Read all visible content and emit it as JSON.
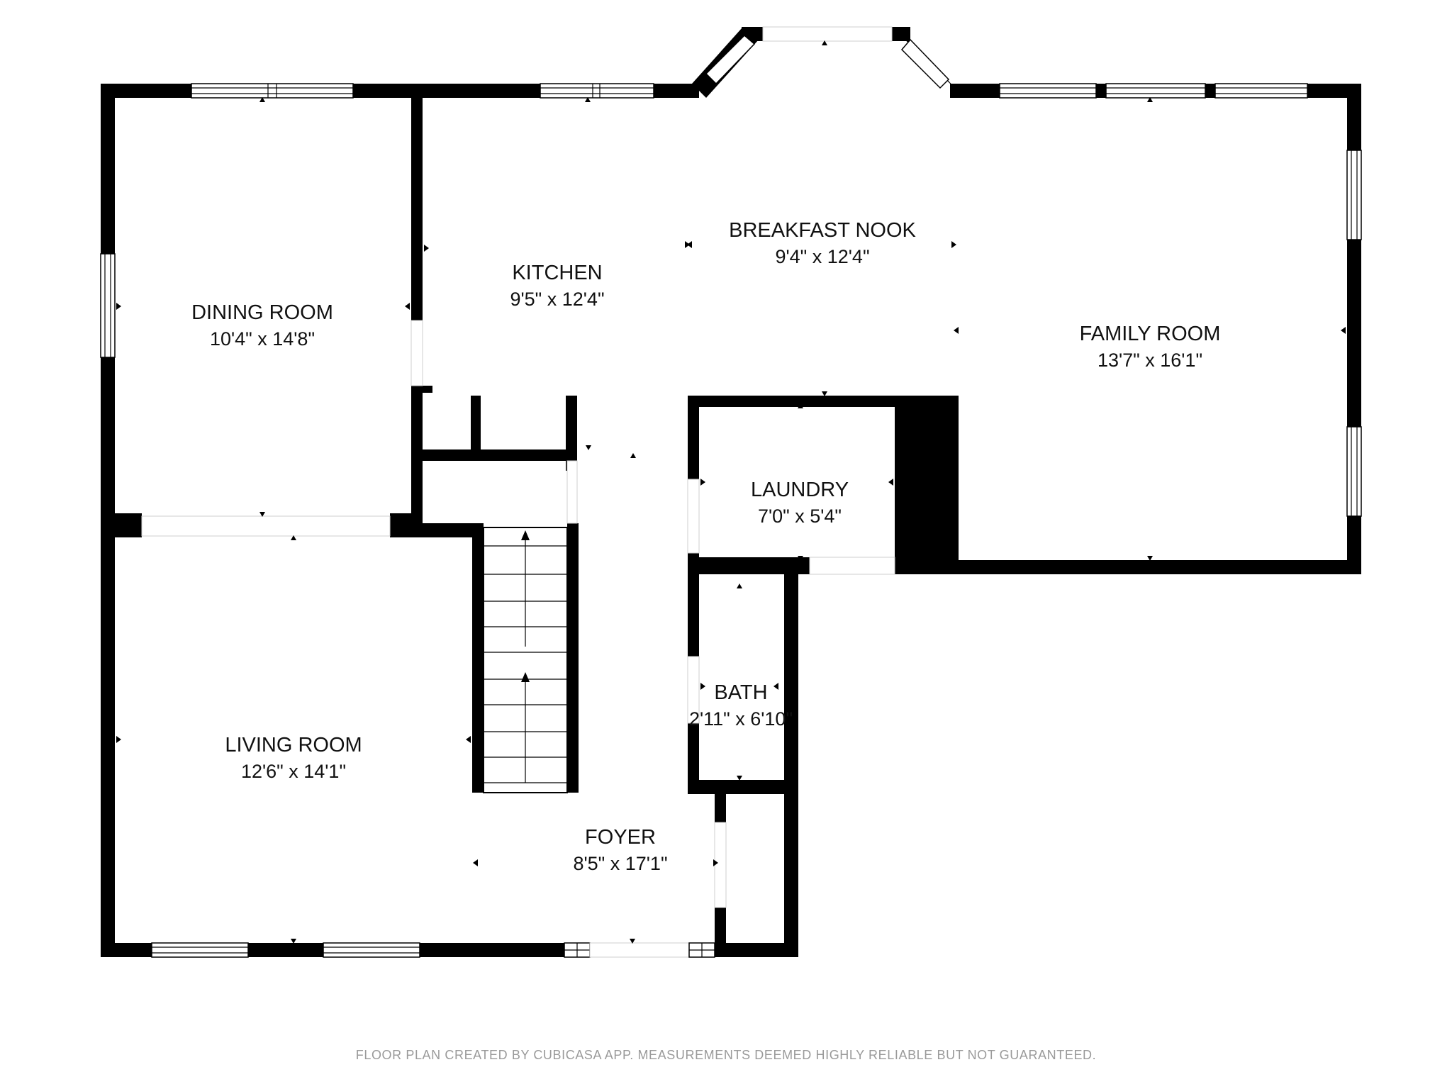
{
  "rooms": {
    "dining_room": {
      "name": "DINING ROOM",
      "size": "10'4\" x 14'8\""
    },
    "kitchen": {
      "name": "KITCHEN",
      "size": "9'5\" x 12'4\""
    },
    "breakfast_nook": {
      "name": "BREAKFAST NOOK",
      "size": "9'4\" x 12'4\""
    },
    "family_room": {
      "name": "FAMILY ROOM",
      "size": "13'7\" x 16'1\""
    },
    "laundry": {
      "name": "LAUNDRY",
      "size": "7'0\" x 5'4\""
    },
    "bath": {
      "name": "BATH",
      "size": "2'11\" x 6'10\""
    },
    "living_room": {
      "name": "LIVING ROOM",
      "size": "12'6\" x 14'1\""
    },
    "foyer": {
      "name": "FOYER",
      "size": "8'5\" x 17'1\""
    }
  },
  "footer": {
    "disclaimer": "FLOOR PLAN CREATED BY CUBICASA APP. MEASUREMENTS DEEMED HIGHLY RELIABLE BUT NOT GUARANTEED."
  },
  "colors": {
    "wall": "#000000",
    "background": "#ffffff",
    "footer_text": "#9a9a9a"
  }
}
